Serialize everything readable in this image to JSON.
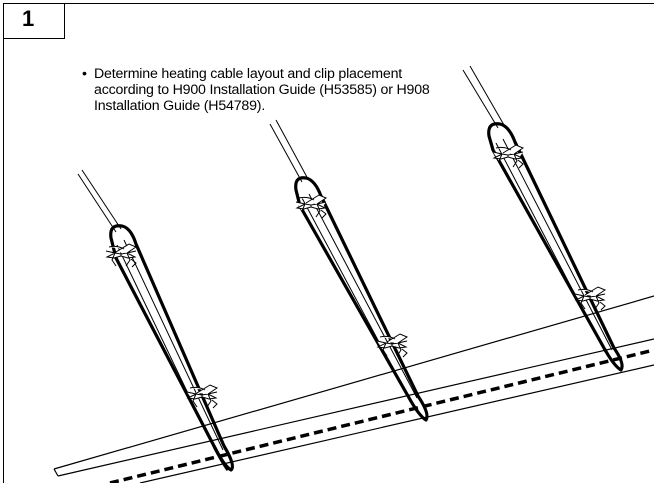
{
  "step": {
    "number": "1"
  },
  "instructions": {
    "bullet_text": "Determine heating cable layout and clip placement according to H900 Installation Guide (H53585) or H908 Installation Guide (H54789)."
  },
  "illustration": {
    "loop_count": 3,
    "clips_per_loop": 2,
    "line_color": "#000000",
    "background_color": "#ffffff"
  }
}
